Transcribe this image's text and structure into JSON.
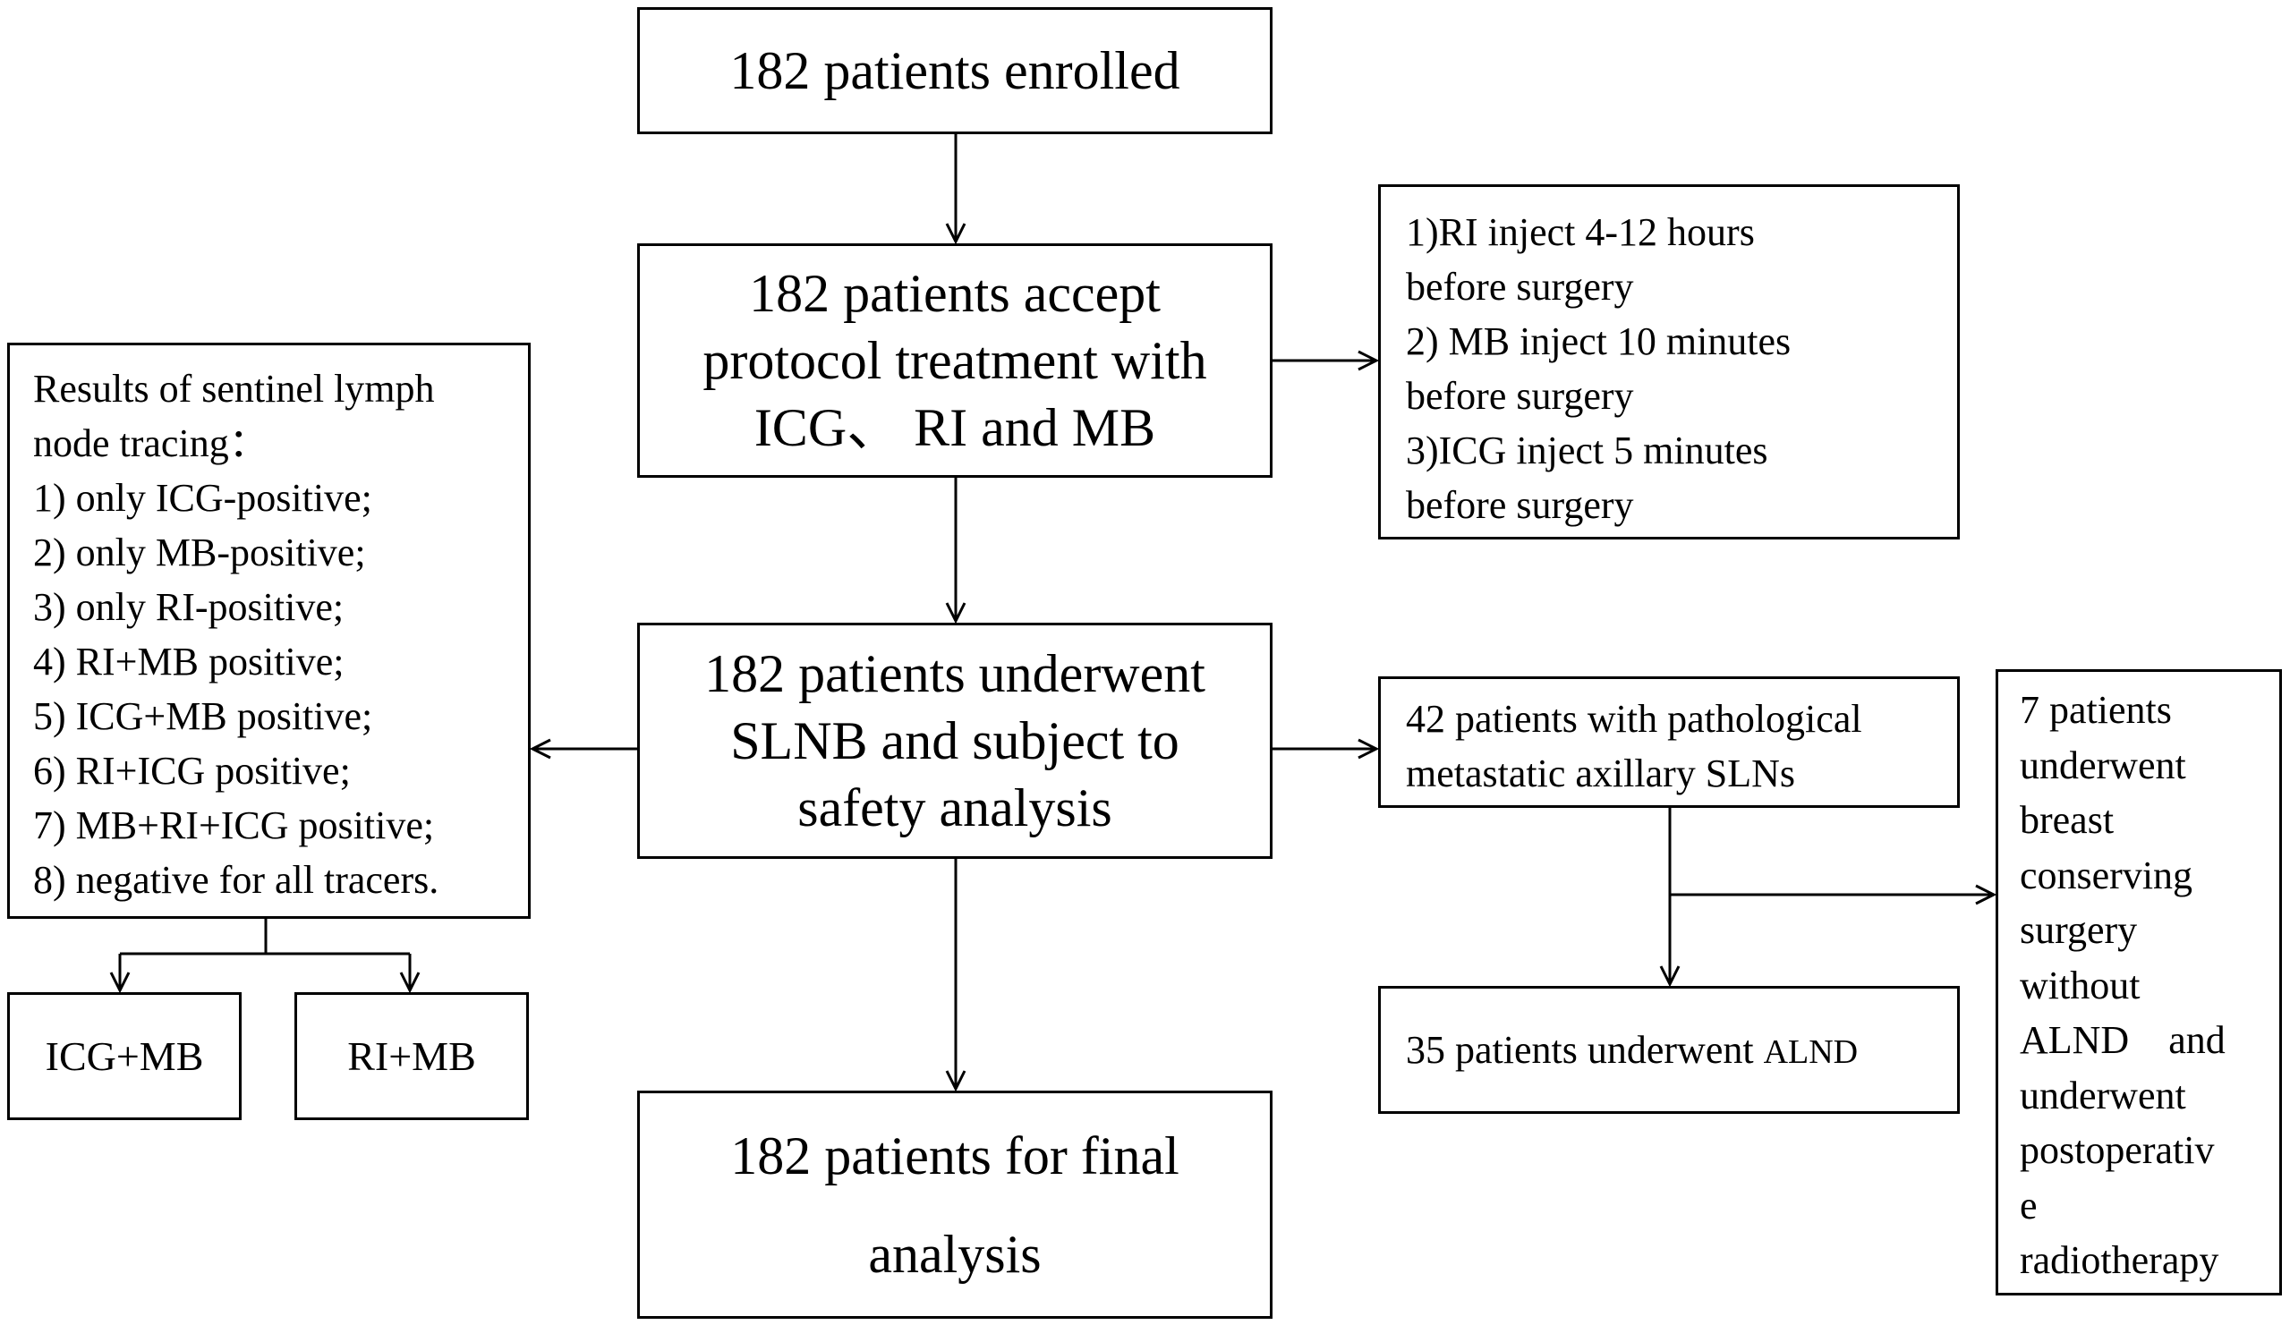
{
  "nodes": {
    "enrolled": "182 patients enrolled",
    "accept": [
      "182 patients accept",
      "protocol treatment with",
      "ICG、 RI and MB"
    ],
    "injection": [
      "1)RI inject 4-12 hours",
      "before surgery",
      "2) MB inject 10 minutes",
      "before surgery",
      "3)ICG inject 5 minutes",
      "before surgery"
    ],
    "underwent": [
      "182 patients underwent",
      "SLNB and subject to",
      "safety analysis"
    ],
    "results": {
      "title": [
        "Results of sentinel lymph",
        "node tracing："
      ],
      "items": [
        "1) only ICG-positive;",
        "2) only MB-positive;",
        "3) only RI-positive;",
        "4) RI+MB positive;",
        "5) ICG+MB positive;",
        "6) RI+ICG positive;",
        "7) MB+RI+ICG positive;",
        "8) negative for all tracers."
      ]
    },
    "icg_mb": "ICG+MB",
    "ri_mb": "RI+MB",
    "metastatic": [
      "42 patients with pathological",
      "metastatic axillary SLNs"
    ],
    "alnd": {
      "prefix": "35 patients underwent ",
      "suffix": "ALND"
    },
    "conserving": [
      "7 patients",
      "underwent",
      "breast",
      "conserving",
      "surgery",
      "without",
      "ALND    and",
      "underwent",
      "postoperativ",
      "e",
      "radiotherapy"
    ],
    "final": [
      "182 patients for final",
      "analysis"
    ]
  }
}
